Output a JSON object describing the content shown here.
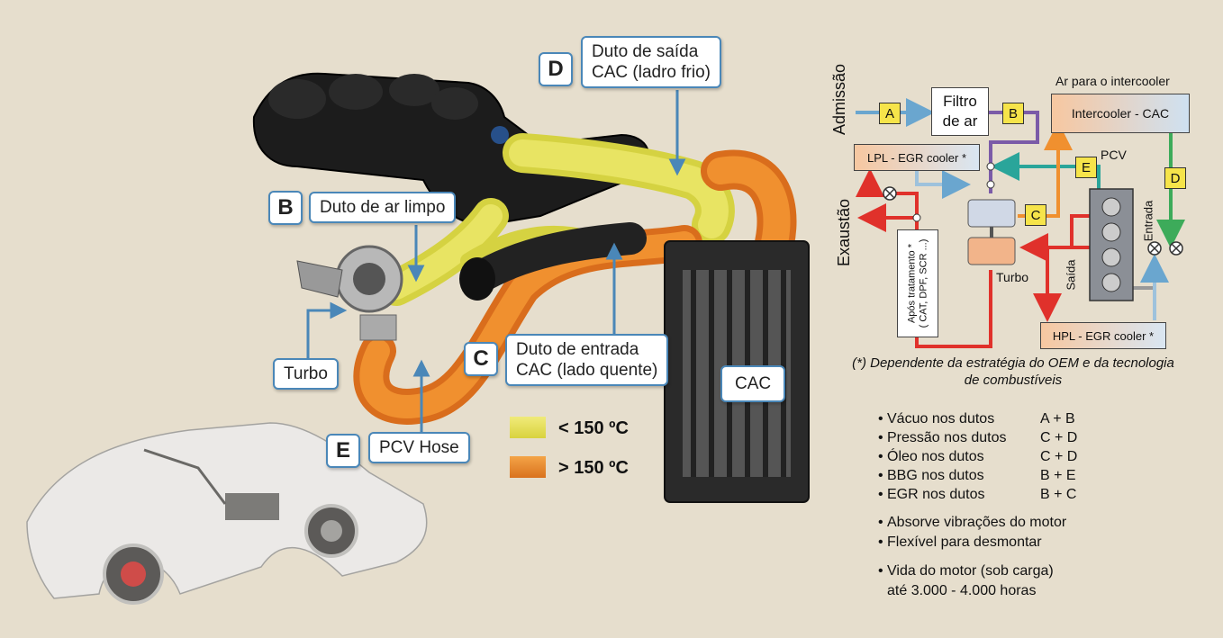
{
  "labels": {
    "d_letter": "D",
    "d_text_1": "Duto de saída",
    "d_text_2": "CAC (ladro frio)",
    "b_letter": "B",
    "b_text": "Duto de ar limpo",
    "c_letter": "C",
    "c_text_1": "Duto de entrada",
    "c_text_2": "CAC (lado quente)",
    "turbo": "Turbo",
    "cac": "CAC",
    "e_letter": "E",
    "pcv": "PCV Hose"
  },
  "legend": [
    {
      "text": "< 150 ºC",
      "color": "#e8e05a"
    },
    {
      "text": "> 150 ºC",
      "color": "#e98a2a"
    }
  ],
  "schematic": {
    "admissao": "Admissão",
    "exaustao": "Exaustão",
    "filtro_1": "Filtro",
    "filtro_2": "de ar",
    "ar_intercooler": "Ar para o intercooler",
    "intercooler": "Intercooler - CAC",
    "lpl": "LPL - EGR cooler *",
    "hpl": "HPL - EGR cooler *",
    "pcv": "PCV",
    "turbo": "Turbo",
    "entrada": "Entrada",
    "saida": "Saída",
    "apos_1": "Após tratamento *",
    "apos_2": "( CAT, DPF, SCR ...)",
    "letters": {
      "a": "A",
      "b": "B",
      "c": "C",
      "d": "D",
      "e": "E"
    }
  },
  "note": "(*) Dependente da estratégia do OEM e da tecnologia de combustíveis",
  "list": [
    {
      "text": "Vácuo nos dutos",
      "value": "A + B"
    },
    {
      "text": "Pressão nos dutos",
      "value": "C + D"
    },
    {
      "text": "Óleo nos dutos",
      "value": "C + D"
    },
    {
      "text": "BBG nos dutos",
      "value": "B + E"
    },
    {
      "text": "EGR nos dutos",
      "value": "B + C"
    }
  ],
  "bullets2": [
    "Absorve vibrações do motor",
    "Flexível para desmontar"
  ],
  "bullet3_1": "Vida do motor (sob carga)",
  "bullet3_2": "até 3.000 - 4.000 horas",
  "colors": {
    "accent": "#4a87b8",
    "yellow": "#e8e05a",
    "orange": "#e98a2a",
    "red": "#e0312b",
    "green": "#3dab5a",
    "teal": "#2aa59a",
    "purple": "#7b5ba8",
    "blue": "#6aa6cf"
  }
}
